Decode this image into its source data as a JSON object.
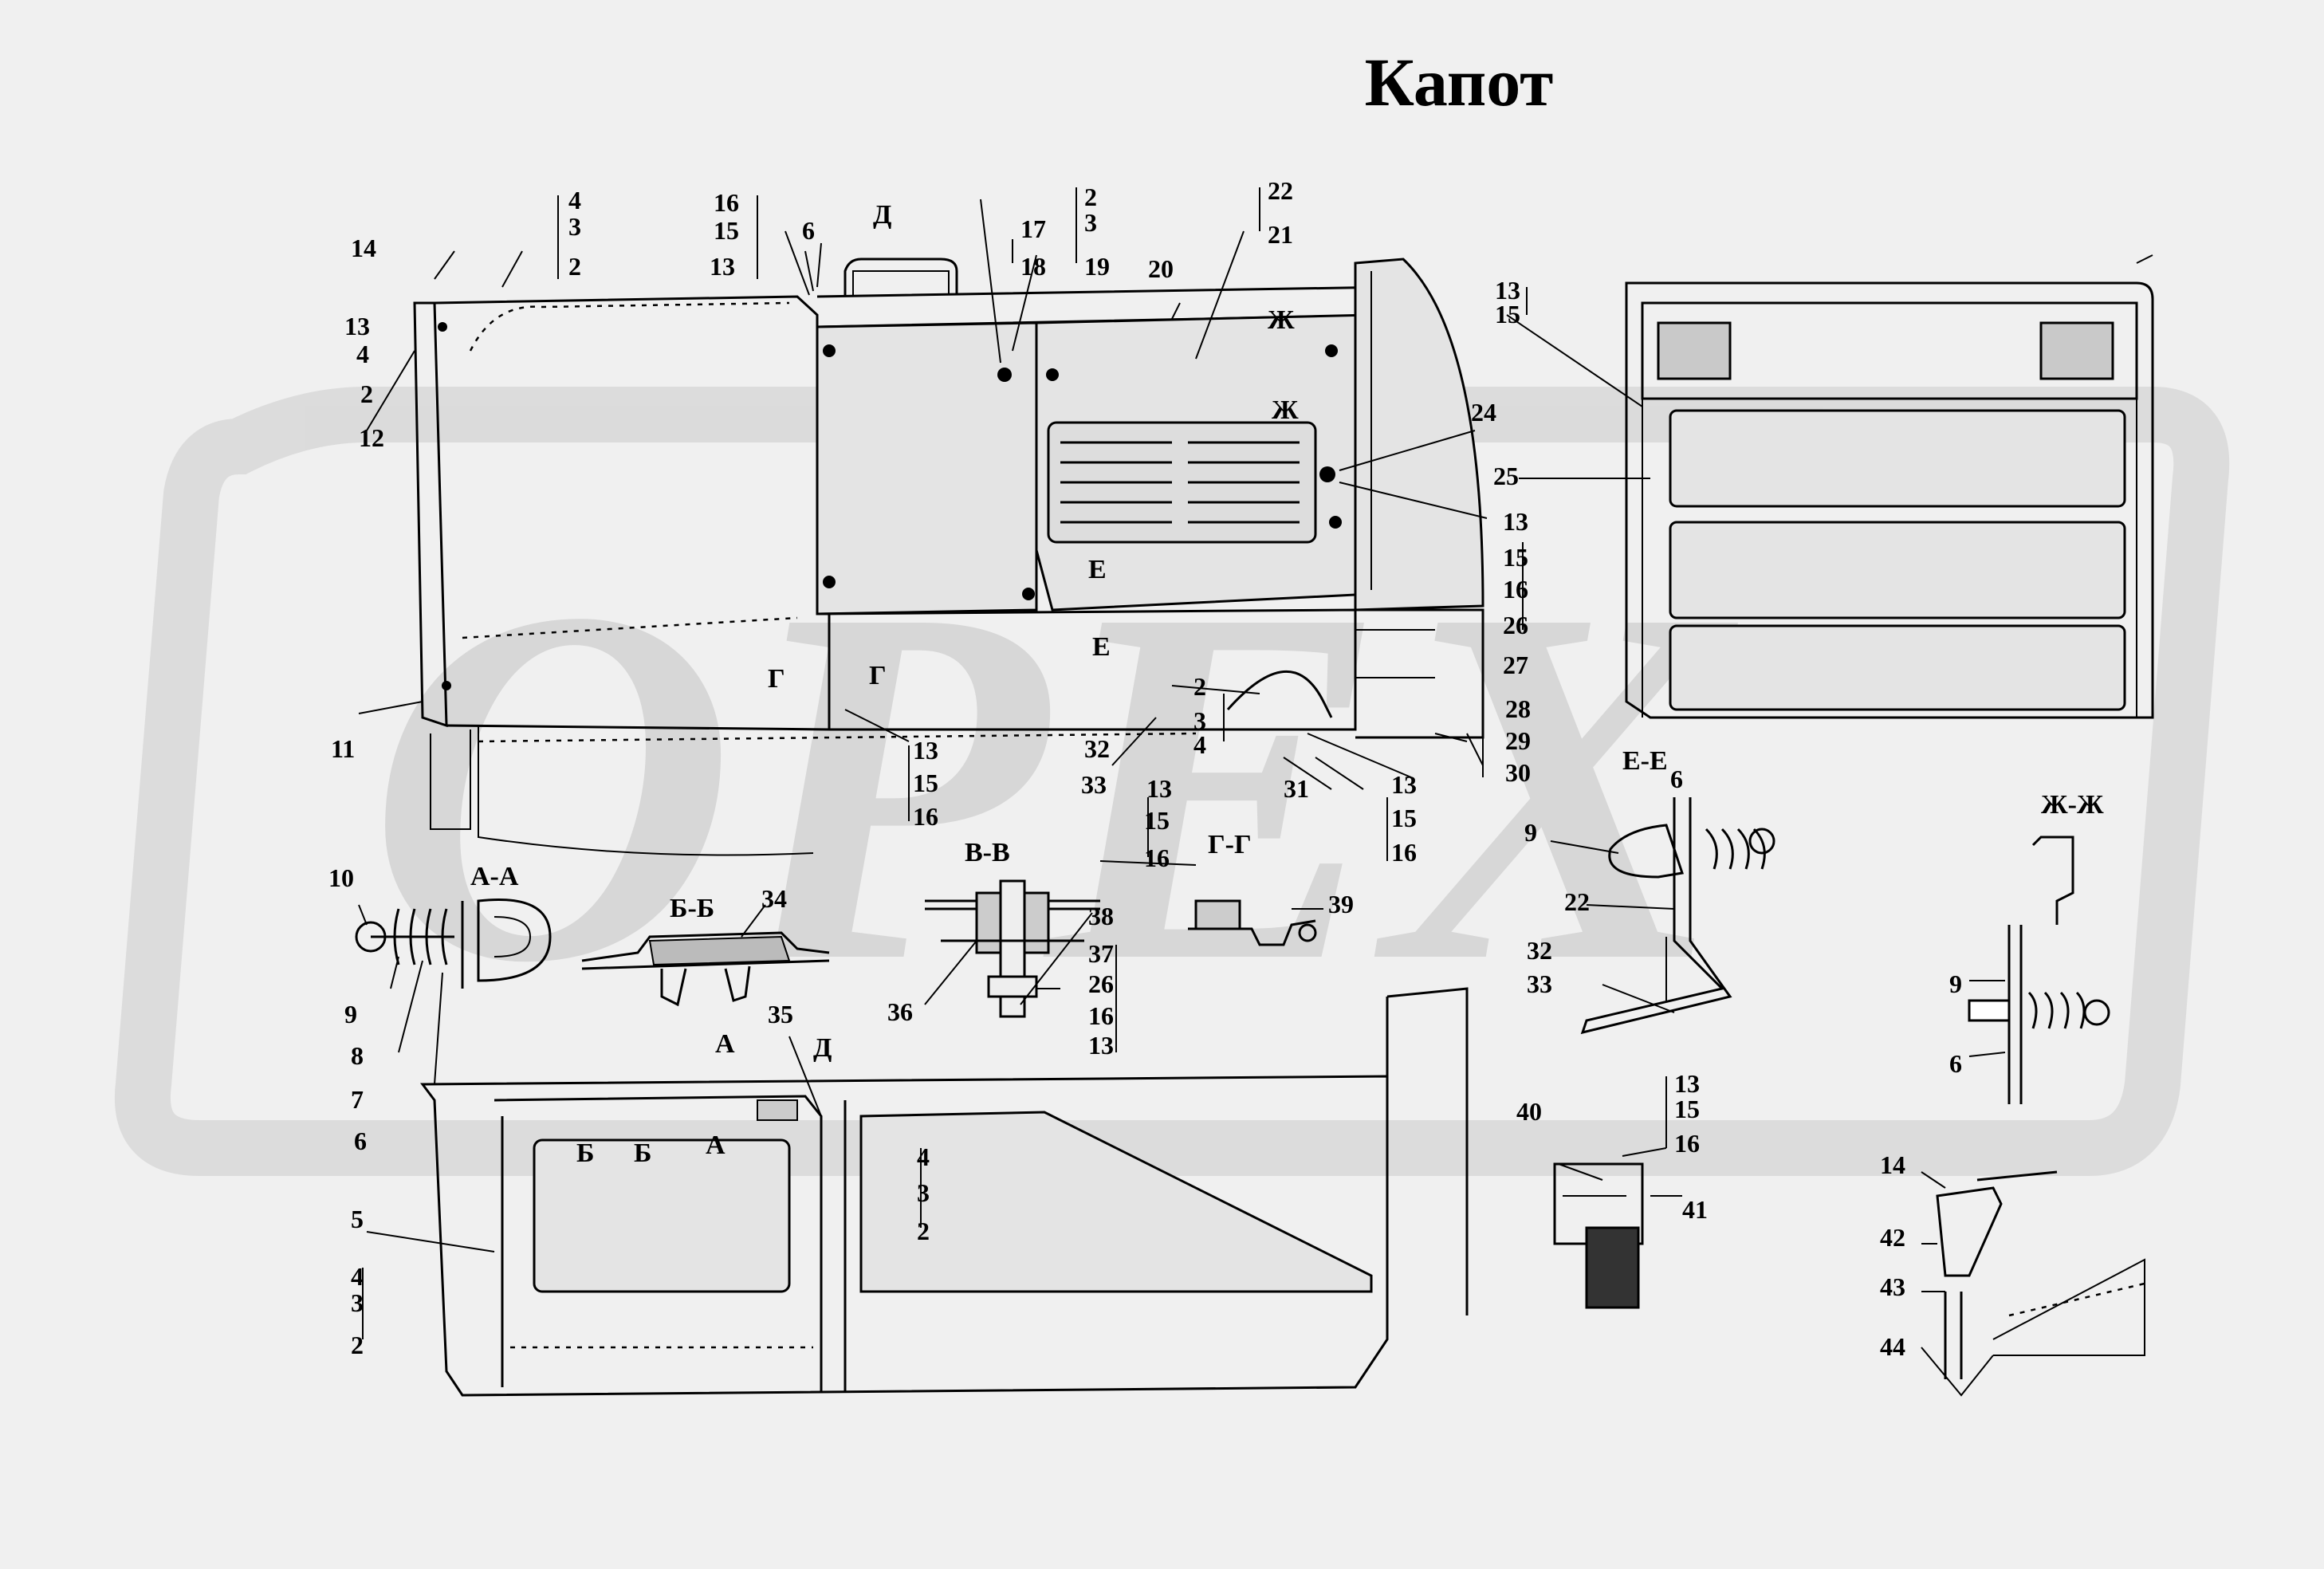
{
  "title": "Капот",
  "watermark": "OPEX",
  "sections": {
    "aa": "А-А",
    "bb": "Б-Б",
    "vv": "В-В",
    "gg": "Г-Г",
    "ee": "Е-Е",
    "zhzh": "Ж-Ж"
  },
  "view_marks": {
    "d_top": "Д",
    "d_bottom": "Д",
    "zh1": "Ж",
    "zh2": "Ж",
    "e1": "Е",
    "e2": "Е",
    "g1": "Г",
    "g2": "Г",
    "a1": "А",
    "a2": "А",
    "b1": "Б",
    "b2": "Б"
  },
  "callouts": [
    "4",
    "3",
    "2",
    "14",
    "13",
    "4",
    "2",
    "12",
    "11",
    "16",
    "15",
    "13",
    "6",
    "2",
    "3",
    "19",
    "17",
    "18",
    "20",
    "22",
    "21",
    "13",
    "15",
    "24",
    "25",
    "13",
    "15",
    "16",
    "26",
    "27",
    "28",
    "29",
    "30",
    "2",
    "3",
    "4",
    "31",
    "13",
    "15",
    "16",
    "13",
    "15",
    "16",
    "32",
    "33",
    "13",
    "15",
    "16",
    "10",
    "9",
    "8",
    "7",
    "6",
    "34",
    "36",
    "38",
    "37",
    "26",
    "16",
    "13",
    "35",
    "39",
    "9",
    "6",
    "22",
    "32",
    "33",
    "9",
    "6",
    "5",
    "4",
    "3",
    "2",
    "4",
    "3",
    "2",
    "40",
    "13",
    "15",
    "16",
    "41",
    "14",
    "42",
    "43",
    "44"
  ]
}
